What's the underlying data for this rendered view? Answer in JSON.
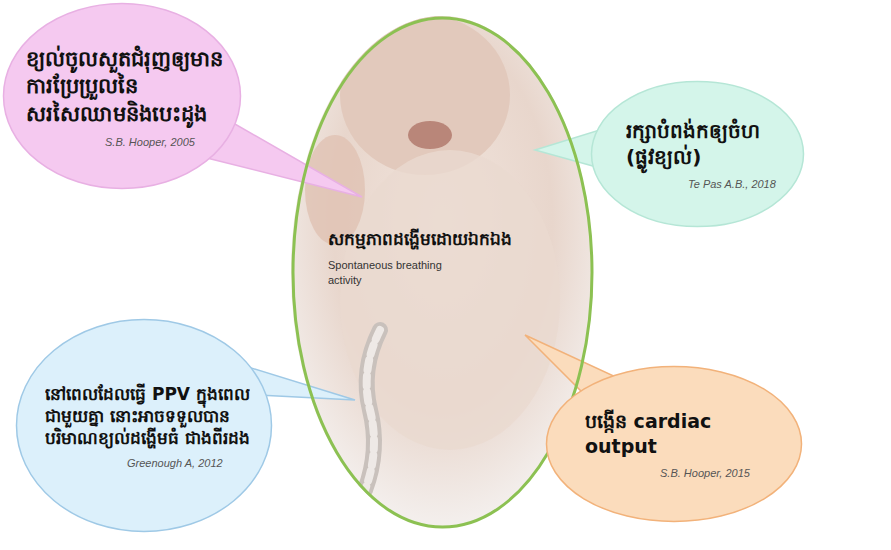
{
  "diagram": {
    "nodes": [
      {
        "text": [
          "សកម្មភាពដង្ហើមដោយឯកឯង",
          "Spontaneous breathing activity"
        ]
      },
      {
        "text": [
          "ខ្យល់ចូលសួតជំរុញឲ្យមានការប្រែប្រួលនៃសរសៃឈាមនិងបេះដូង",
          "S.B. Hooper, 2005"
        ]
      },
      {
        "text": [
          "រក្សាបំពង់កឲ្យចំហ (ផ្លូវខ្យល់)",
          "Te Pas A.B., 2018"
        ]
      },
      {
        "text": [
          "នៅពេលដែលធ្វើ PPV ក្នុងពេលជាមួយគ្នា នោះអាចទទួលបាន បរិមាណខ្យល់ដង្ហើមធំ ជាងពីរដង",
          "Greenough A, 2012"
        ]
      },
      {
        "text": [
          "បង្កើន cardiac output",
          "S.B. Hooper, 2015"
        ]
      }
    ]
  }
}
